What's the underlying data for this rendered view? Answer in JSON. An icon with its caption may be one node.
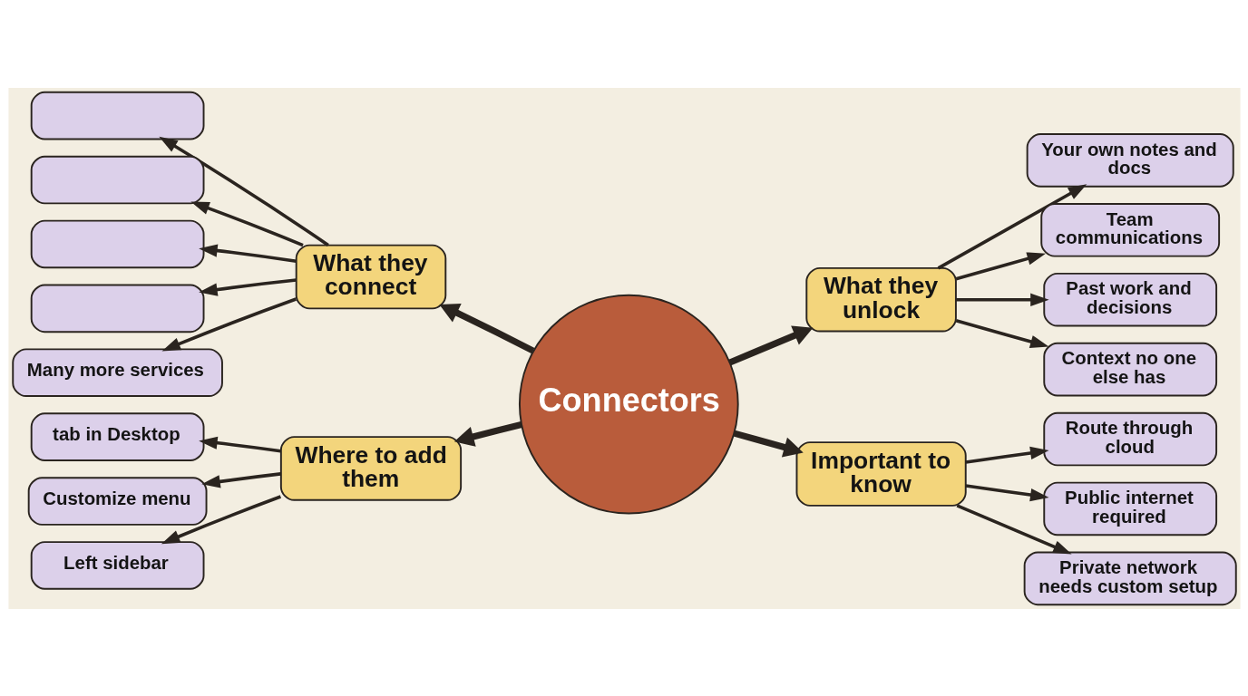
{
  "diagram": {
    "nodes": [
      {
        "text": [
          "Connectors"
        ]
      },
      {
        "text": [
          "What they connect"
        ]
      },
      {
        "text": [],
        "shape": "box"
      },
      {
        "text": [],
        "shape": "box"
      },
      {
        "text": [],
        "shape": "box"
      },
      {
        "text": [],
        "shape": "box"
      },
      {
        "text": [
          "Many more services"
        ]
      },
      {
        "text": [
          "What they unlock"
        ]
      },
      {
        "text": [
          "Your own notes and docs"
        ]
      },
      {
        "text": [
          "Team communications"
        ]
      },
      {
        "text": [
          "Past work and decisions"
        ]
      },
      {
        "text": [
          "Context no one else has"
        ]
      },
      {
        "text": [
          "Where to add them"
        ]
      },
      {
        "text": [
          "tab in Desktop"
        ]
      },
      {
        "text": [
          "Customize menu"
        ]
      },
      {
        "text": [
          "Left sidebar"
        ]
      },
      {
        "text": [
          "Important to know"
        ]
      },
      {
        "text": [
          "Route through cloud"
        ]
      },
      {
        "text": [
          "Public internet required"
        ]
      },
      {
        "text": [
          "Private network needs custom setup"
        ]
      }
    ],
    "edges": [
      {
        "from": 0,
        "to": 1,
        "arrow": "to",
        "style": "thick"
      },
      {
        "from": 0,
        "to": 7,
        "arrow": "to",
        "style": "thick"
      },
      {
        "from": 0,
        "to": 12,
        "arrow": "to",
        "style": "thick"
      },
      {
        "from": 0,
        "to": 16,
        "arrow": "to",
        "style": "thick"
      },
      {
        "from": 1,
        "to": 2,
        "arrow": "to"
      },
      {
        "from": 1,
        "to": 3,
        "arrow": "to"
      },
      {
        "from": 1,
        "to": 4,
        "arrow": "to"
      },
      {
        "from": 1,
        "to": 5,
        "arrow": "to"
      },
      {
        "from": 1,
        "to": 6,
        "arrow": "to"
      },
      {
        "from": 7,
        "to": 8,
        "arrow": "to"
      },
      {
        "from": 7,
        "to": 9,
        "arrow": "to"
      },
      {
        "from": 7,
        "to": 10,
        "arrow": "to"
      },
      {
        "from": 7,
        "to": 11,
        "arrow": "to"
      },
      {
        "from": 12,
        "to": 13,
        "arrow": "to"
      },
      {
        "from": 12,
        "to": 14,
        "arrow": "to"
      },
      {
        "from": 12,
        "to": 15,
        "arrow": "to"
      },
      {
        "from": 16,
        "to": 17,
        "arrow": "to"
      },
      {
        "from": 16,
        "to": 18,
        "arrow": "to"
      },
      {
        "from": 16,
        "to": 19,
        "arrow": "to"
      }
    ]
  }
}
